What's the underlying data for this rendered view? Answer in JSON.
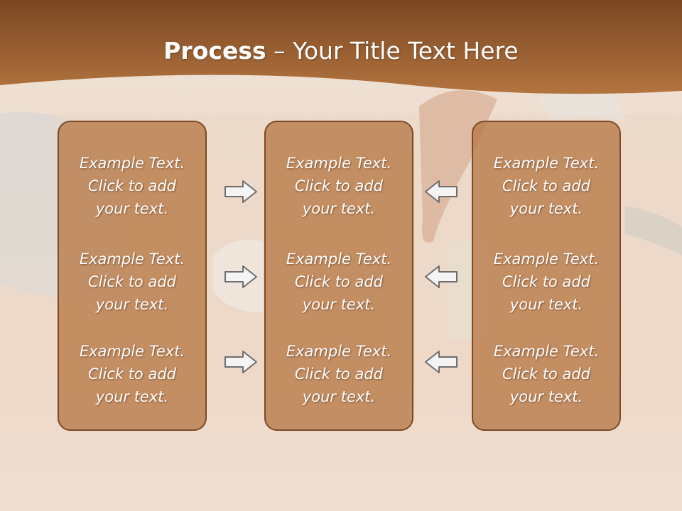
{
  "title": {
    "bold": "Process",
    "rest": " – Your Title Text Here"
  },
  "columns": [
    {
      "items": [
        [
          "Example Text.",
          "Click  to add",
          "your text."
        ],
        [
          "Example Text.",
          "Click  to add",
          "your text."
        ],
        [
          "Example Text.",
          "Click  to add",
          "your text."
        ]
      ]
    },
    {
      "items": [
        [
          "Example Text.",
          "Click  to add",
          "your text."
        ],
        [
          "Example Text.",
          "Click  to add",
          "your text."
        ],
        [
          "Example Text.",
          "Click  to add",
          "your text."
        ]
      ]
    },
    {
      "items": [
        [
          "Example Text.",
          "Click  to add",
          "your text."
        ],
        [
          "Example Text.",
          "Click  to add",
          "your text."
        ],
        [
          "Example Text.",
          "Click  to add",
          "your text."
        ]
      ]
    }
  ],
  "arrows": [
    {
      "icon": "right-arrow-icon",
      "direction": "right"
    },
    {
      "icon": "right-arrow-icon",
      "direction": "right"
    },
    {
      "icon": "right-arrow-icon",
      "direction": "right"
    },
    {
      "icon": "left-arrow-icon",
      "direction": "left"
    },
    {
      "icon": "left-arrow-icon",
      "direction": "left"
    },
    {
      "icon": "left-arrow-icon",
      "direction": "left"
    }
  ],
  "colors": {
    "header_band": "#a8693a",
    "box_fill": "#c08a5e",
    "box_border": "#7a4a28",
    "arrow_fill": "#f4f4f4",
    "arrow_stroke": "#6e6e6e"
  }
}
